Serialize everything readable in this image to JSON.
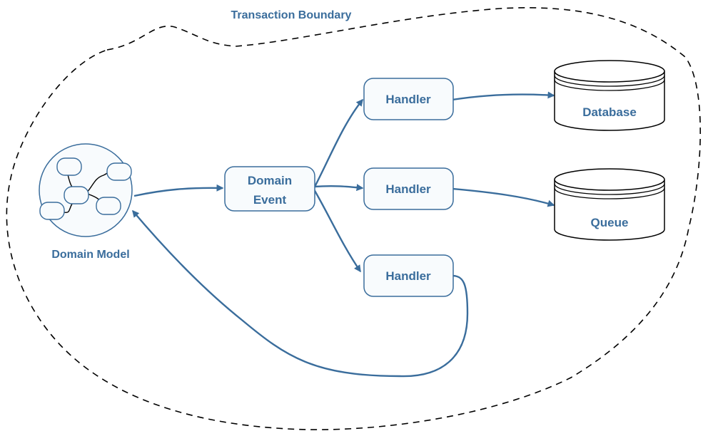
{
  "boundary": {
    "label": "Transaction Boundary"
  },
  "model": {
    "label": "Domain Model"
  },
  "event": {
    "line1": "Domain",
    "line2": "Event"
  },
  "handlers": [
    {
      "label": "Handler"
    },
    {
      "label": "Handler"
    },
    {
      "label": "Handler"
    }
  ],
  "stores": [
    {
      "label": "Database"
    },
    {
      "label": "Queue"
    }
  ],
  "colors": {
    "accent": "#3a6d9c",
    "node_fill": "#f8fbfd",
    "boundary": "#000000",
    "ink": "#1a1a1a"
  }
}
